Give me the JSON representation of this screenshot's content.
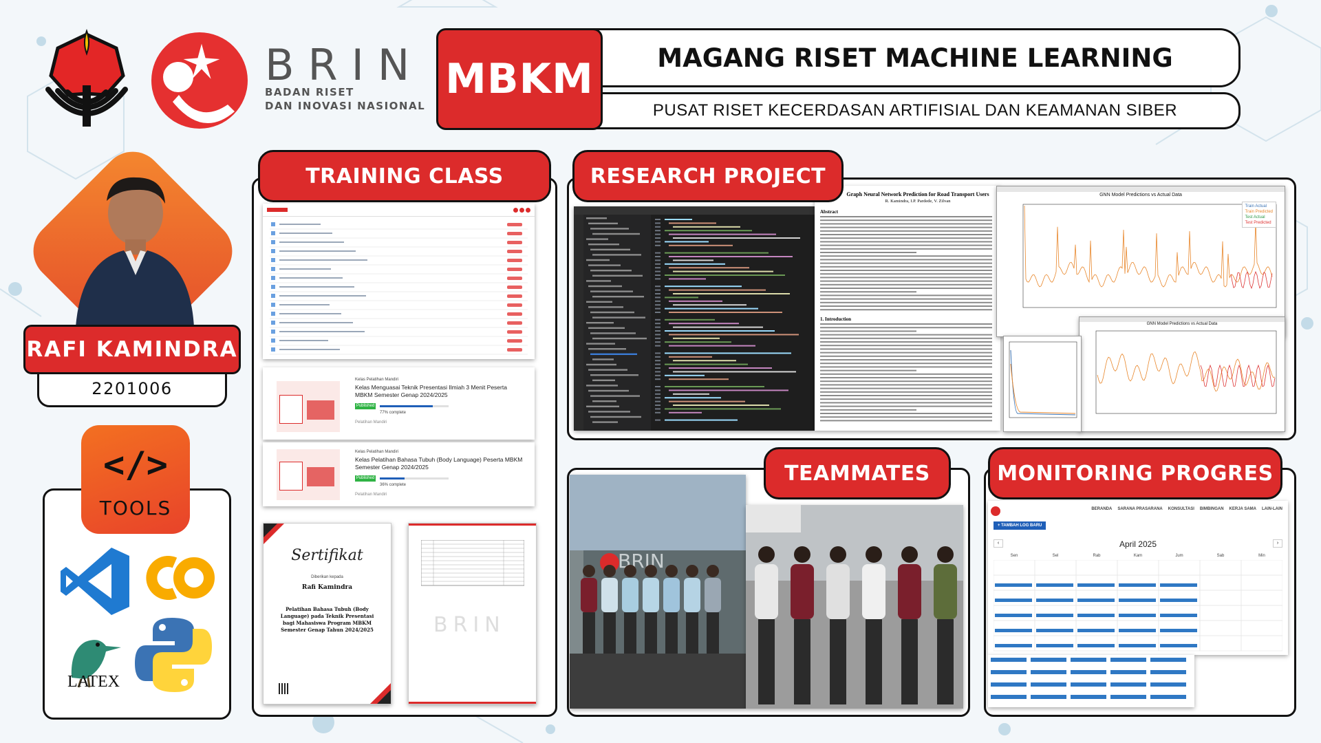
{
  "header": {
    "logo_text": "BRIN",
    "logo_sub": [
      "BADAN RISET",
      "DAN INOVASI NASIONAL"
    ],
    "badge": "MBKM",
    "title": "MAGANG RISET MACHINE LEARNING",
    "subtitle": "PUSAT RISET KECERDASAN ARTIFISIAL DAN KEAMANAN SIBER"
  },
  "profile": {
    "name": "RAFI KAMINDRA",
    "nim": "2201006"
  },
  "tools": {
    "icon_label": "</>",
    "label": "TOOLS",
    "items": [
      "vscode-icon",
      "colab-icon",
      "latex-icon",
      "python-icon"
    ],
    "latex_text": "LATEX"
  },
  "sections": {
    "training": "TRAINING CLASS",
    "research": "RESEARCH PROJECT",
    "teammates": "TEAMMATES",
    "monitoring": "MONITORING PROGRES"
  },
  "training_cards": [
    {
      "kind": "Kelas Pelatihan Mandiri",
      "title": "Kelas Menguasai Teknik Presentasi Ilmiah 3 Menit Peserta MBKM Semester Genap 2024/2025",
      "status": "Published",
      "progress": 0.77,
      "progress_text": "77% complete",
      "footer": "Pelatihan Mandiri"
    },
    {
      "kind": "Kelas Pelatihan Mandiri",
      "title": "Kelas Pelatihan Bahasa Tubuh (Body Language) Peserta MBKM Semester Genap 2024/2025",
      "status": "Published",
      "progress": 0.36,
      "progress_text": "36% complete",
      "footer": "Pelatihan Mandiri"
    }
  ],
  "certificate": {
    "heading": "Sertifikat",
    "given_to": "Diberikan kepada",
    "name": "Rafi Kamindra",
    "body": "Pelatihan Bahasa Tubuh (Body Language) pada Teknik Presentasi bagi Mahasiswa Program MBKM Semester Genap Tahun 2024/2025"
  },
  "research": {
    "paper_title": "Graph Neural Network Prediction for Road Transport Users",
    "paper_authors": "R. Kamindra, I.P. Pardede, V. Zilvan",
    "abstract_label": "Abstract",
    "intro_label": "1. Introduction",
    "chart1_title": "GNN Model Predictions vs Actual Data",
    "chart1_legend": [
      "Train Actual",
      "Train Predicted",
      "Test Actual",
      "Test Predicted"
    ],
    "chart2_title": "GNN Model Predictions vs Actual Data"
  },
  "monitoring": {
    "nav": [
      "BERANDA",
      "SARANA PRASARANA",
      "KONSULTASI",
      "BIMBINGAN",
      "KERJA SAMA",
      "LAIN-LAIN"
    ],
    "add_button": "+ TAMBAH LOG BARU",
    "month": "April 2025",
    "weekdays": [
      "Sen",
      "Sel",
      "Rab",
      "Kam",
      "Jum",
      "Sab",
      "Min"
    ]
  },
  "colors": {
    "accent_red": "#dc2b2b",
    "tools_orange": "#f37021",
    "python_blue": "#3b73b4",
    "python_yellow": "#ffd43b",
    "vscode_blue": "#1f7ad1",
    "colab_orange": "#f9ab00"
  }
}
